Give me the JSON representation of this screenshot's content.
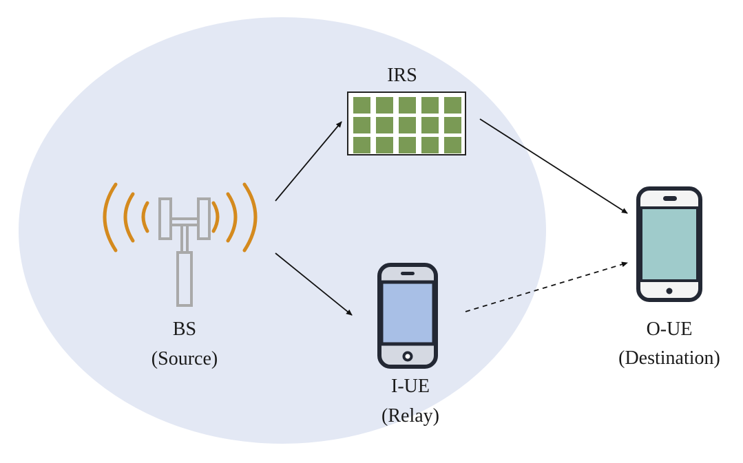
{
  "nodes": {
    "bs": {
      "name": "BS",
      "role": "(Source)"
    },
    "irs": {
      "name": "IRS"
    },
    "iue": {
      "name": "I-UE",
      "role": "(Relay)"
    },
    "oue": {
      "name": "O-UE",
      "role": "(Destination)"
    }
  },
  "links": [
    {
      "from": "BS",
      "to": "IRS",
      "style": "solid"
    },
    {
      "from": "BS",
      "to": "I-UE",
      "style": "solid"
    },
    {
      "from": "IRS",
      "to": "O-UE",
      "style": "solid"
    },
    {
      "from": "I-UE",
      "to": "O-UE",
      "style": "dashed"
    }
  ],
  "irs_grid": {
    "rows": 3,
    "cols": 5
  },
  "colors": {
    "coverage": "#e3e8f4",
    "signal_waves": "#d48a1e",
    "tower": "#a9a9a9",
    "irs_element": "#7a9a55",
    "phone_frame": "#232834",
    "relay_screen": "#a8bfe6",
    "destination_screen": "#9fcbcb",
    "arrow": "#111111"
  }
}
